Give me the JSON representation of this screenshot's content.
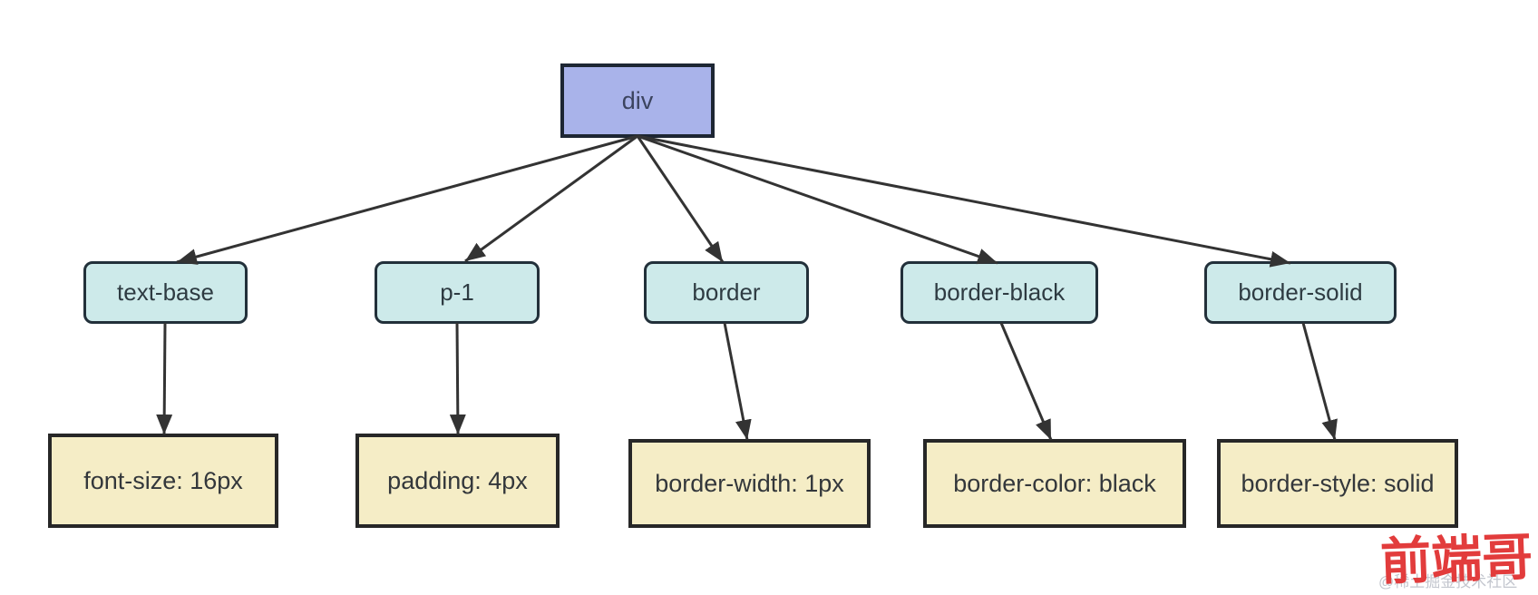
{
  "diagram": {
    "root": {
      "label": "div"
    },
    "nodes": [
      {
        "class_label": "text-base",
        "css_label": "font-size: 16px"
      },
      {
        "class_label": "p-1",
        "css_label": "padding: 4px"
      },
      {
        "class_label": "border",
        "css_label": "border-width: 1px"
      },
      {
        "class_label": "border-black",
        "css_label": "border-color: black"
      },
      {
        "class_label": "border-solid",
        "css_label": "border-style: solid"
      }
    ],
    "colors": {
      "root_fill": "#a9b3ea",
      "root_border": "#1d2633",
      "class_fill": "#cdeaea",
      "class_border": "#22303a",
      "css_fill": "#f5edc6",
      "css_border": "#272727",
      "edge": "#333333"
    }
  },
  "watermark": {
    "title": "前端哥",
    "subtitle": "@稀土掘金技术社区",
    "title_color": "#e23c3c",
    "subtitle_color": "#c3c6ce"
  }
}
